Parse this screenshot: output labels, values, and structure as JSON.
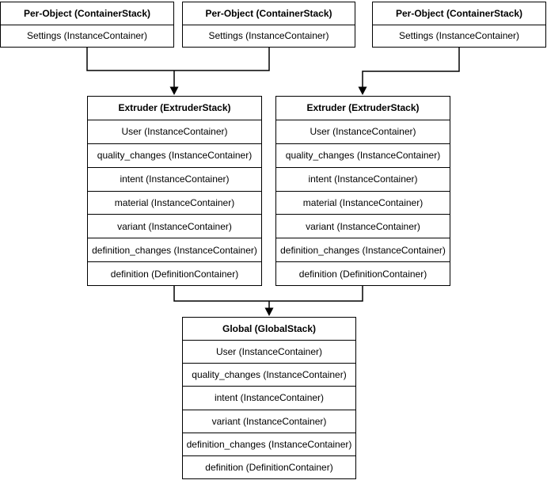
{
  "diagram": {
    "type": "flowchart",
    "background_color": "#ffffff",
    "line_color": "#000000",
    "text_color": "#000000",
    "nodes": {
      "per_object_1": {
        "title": "Per-Object (ContainerStack)",
        "rows": [
          "Settings (InstanceContainer)"
        ]
      },
      "per_object_2": {
        "title": "Per-Object (ContainerStack)",
        "rows": [
          "Settings (InstanceContainer)"
        ]
      },
      "per_object_3": {
        "title": "Per-Object (ContainerStack)",
        "rows": [
          "Settings (InstanceContainer)"
        ]
      },
      "extruder_1": {
        "title": "Extruder (ExtruderStack)",
        "rows": [
          "User (InstanceContainer)",
          "quality_changes (InstanceContainer)",
          "intent (InstanceContainer)",
          "material (InstanceContainer)",
          "variant (InstanceContainer)",
          "definition_changes (InstanceContainer)",
          "definition (DefinitionContainer)"
        ]
      },
      "extruder_2": {
        "title": "Extruder (ExtruderStack)",
        "rows": [
          "User (InstanceContainer)",
          "quality_changes (InstanceContainer)",
          "intent (InstanceContainer)",
          "material (InstanceContainer)",
          "variant (InstanceContainer)",
          "definition_changes (InstanceContainer)",
          "definition (DefinitionContainer)"
        ]
      },
      "global": {
        "title": "Global (GlobalStack)",
        "rows": [
          "User (InstanceContainer)",
          "quality_changes (InstanceContainer)",
          "intent (InstanceContainer)",
          "variant (InstanceContainer)",
          "definition_changes (InstanceContainer)",
          "definition (DefinitionContainer)"
        ]
      }
    },
    "edges": [
      {
        "from": "per_object_1",
        "to": "extruder_1"
      },
      {
        "from": "per_object_2",
        "to": "extruder_1"
      },
      {
        "from": "per_object_3",
        "to": "extruder_2"
      },
      {
        "from": "extruder_1",
        "to": "global"
      },
      {
        "from": "extruder_2",
        "to": "global"
      }
    ]
  }
}
